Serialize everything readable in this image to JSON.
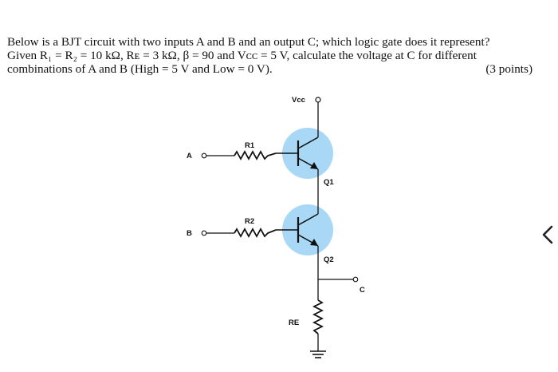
{
  "question": {
    "line1": "Below is a BJT circuit with two inputs A and B and an output C; which logic gate does it represent?",
    "line2": "Given R₁ = R₂ = 10 kΩ, Rᴇ = 3 kΩ, β = 90 and Vᴄᴄ = 5 V, calculate the voltage at C for different",
    "line3": "combinations of A and B (High = 5 V and Low = 0 V).",
    "points": "(3 points)"
  },
  "circuit": {
    "vcc": "Vcc",
    "input_a": "A",
    "input_b": "B",
    "r1": "R1",
    "r2": "R2",
    "q1": "Q1",
    "q2": "Q2",
    "re": "RE",
    "output_c": "C",
    "transistor_color": "#a8d8f5"
  },
  "nav": {
    "icon": "chevron-left-icon"
  }
}
